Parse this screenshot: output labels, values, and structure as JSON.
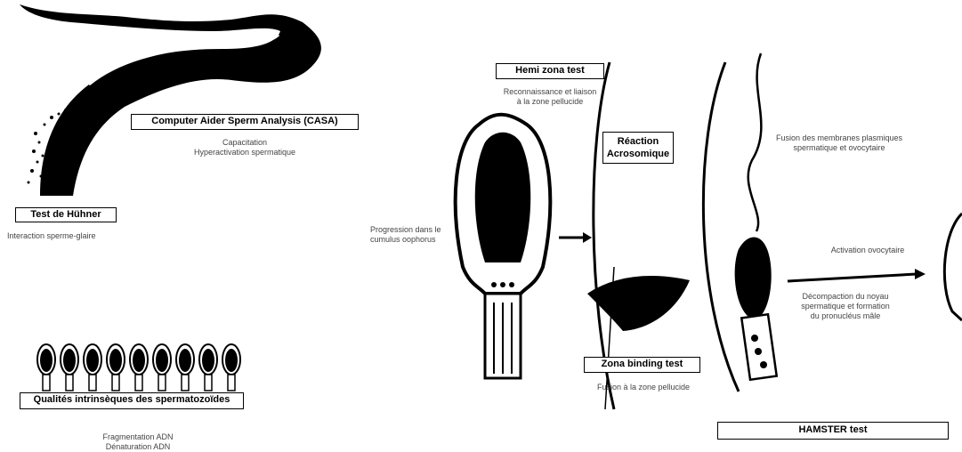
{
  "labels": {
    "casa_title": "Computer Aider Sperm Analysis (CASA)",
    "casa_desc_1": "Capacitation",
    "casa_desc_2": "Hyperactivation spermatique",
    "huhner_title": "Test de Hühner",
    "huhner_desc": "Interaction sperme-glaire",
    "qualites_title": "Qualités intrinsèques des spermatozoïdes",
    "qualites_desc_1": "Fragmentation ADN",
    "qualites_desc_2": "Dénaturation ADN",
    "hemizona_title": "Hemi zona test",
    "hemizona_desc_1": "Reconnaissance et liaison",
    "hemizona_desc_2": "à la zone pellucide",
    "reaction_title_1": "Réaction",
    "reaction_title_2": "Acrosomique",
    "progression_1": "Progression dans le",
    "progression_2": "cumulus oophorus",
    "zona_title": "Zona binding test",
    "zona_desc": "Fusion à la zone pellucide",
    "fusion_1": "Fusion des membranes plasmiques",
    "fusion_2": "spermatique et ovocytaire",
    "activation": "Activation ovocytaire",
    "decompaction_1": "Décompaction du noyau",
    "decompaction_2": "spermatique et formation",
    "decompaction_3": "du pronucléus mâle",
    "hamster_title": "HAMSTER test"
  },
  "colors": {
    "ink": "#000000",
    "text": "#444444",
    "background": "#ffffff"
  }
}
